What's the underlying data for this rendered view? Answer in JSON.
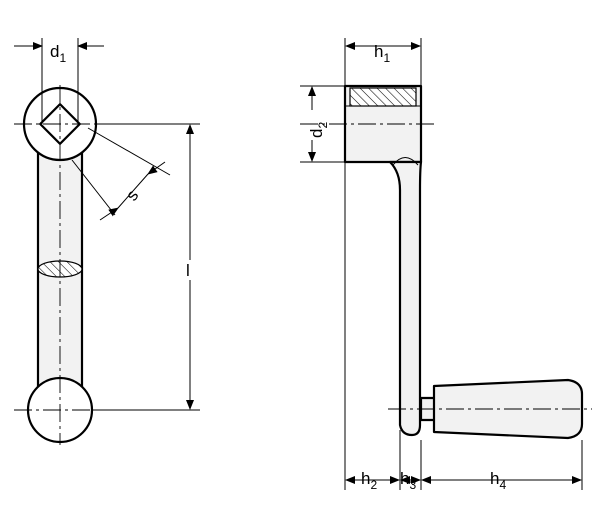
{
  "dimensions": {
    "d1": {
      "main": "d",
      "sub": "1"
    },
    "s": {
      "main": "s"
    },
    "l": {
      "main": "l"
    },
    "h1": {
      "main": "h",
      "sub": "1"
    },
    "d2": {
      "main": "d",
      "sub": "2"
    },
    "h2": {
      "main": "h",
      "sub": "2"
    },
    "h3": {
      "main": "h",
      "sub": "3"
    },
    "h4": {
      "main": "h",
      "sub": "4"
    }
  },
  "colors": {
    "line": "#000000",
    "fill": "#f2f2f2",
    "background": "#ffffff"
  }
}
